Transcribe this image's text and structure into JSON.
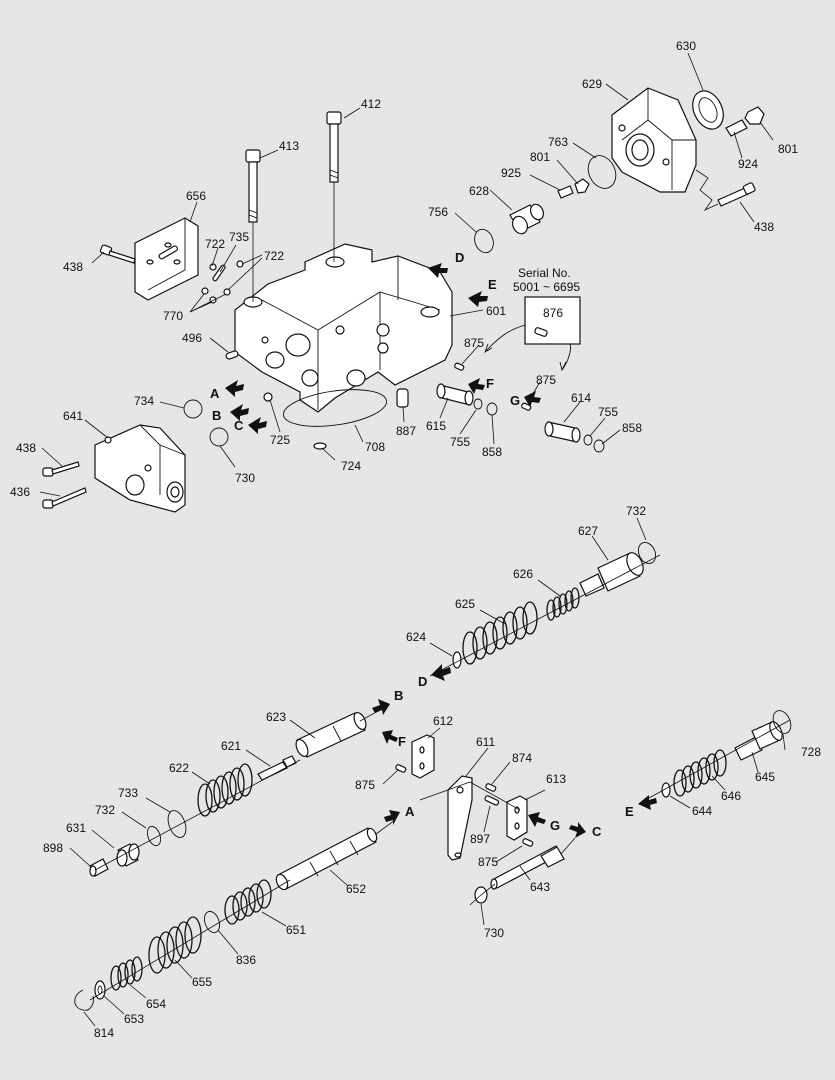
{
  "serial_box": {
    "title": "Serial No.",
    "range": "5001 ~ 6695",
    "part": "876"
  },
  "port_letters": [
    "A",
    "B",
    "C",
    "D",
    "E",
    "F",
    "G"
  ],
  "callouts": {
    "c412": "412",
    "c413": "413",
    "c656": "656",
    "c722a": "722",
    "c735": "735",
    "c722b": "722",
    "c438a": "438",
    "c770": "770",
    "c496": "496",
    "c756": "756",
    "c601": "601",
    "c628": "628",
    "c925": "925",
    "c801a": "801",
    "c763": "763",
    "c629": "629",
    "c630": "630",
    "c801b": "801",
    "c924": "924",
    "c438b": "438",
    "c875a": "875",
    "c875b": "875",
    "c734": "734",
    "c730a": "730",
    "c725": "725",
    "c708": "708",
    "c724": "724",
    "c887": "887",
    "c615": "615",
    "c755a": "755",
    "c858a": "858",
    "c614": "614",
    "c755b": "755",
    "c858b": "858",
    "c641": "641",
    "c438c": "438",
    "c436": "436",
    "c732a": "732",
    "c627": "627",
    "c626": "626",
    "c625": "625",
    "c624": "624",
    "c623": "623",
    "c621": "621",
    "c622": "622",
    "c733": "733",
    "c732b": "732",
    "c631": "631",
    "c898": "898",
    "c612": "612",
    "c611": "611",
    "c874": "874",
    "c613": "613",
    "c875c": "875",
    "c897": "897",
    "c875d": "875",
    "c643": "643",
    "c730b": "730",
    "c652": "652",
    "c651": "651",
    "c836": "836",
    "c655": "655",
    "c654": "654",
    "c653": "653",
    "c814": "814",
    "c728": "728",
    "c645": "645",
    "c646": "646",
    "c644": "644"
  },
  "colors": {
    "background": "#e6e6e6",
    "ink": "#111111",
    "part_fill": "#ffffff"
  }
}
